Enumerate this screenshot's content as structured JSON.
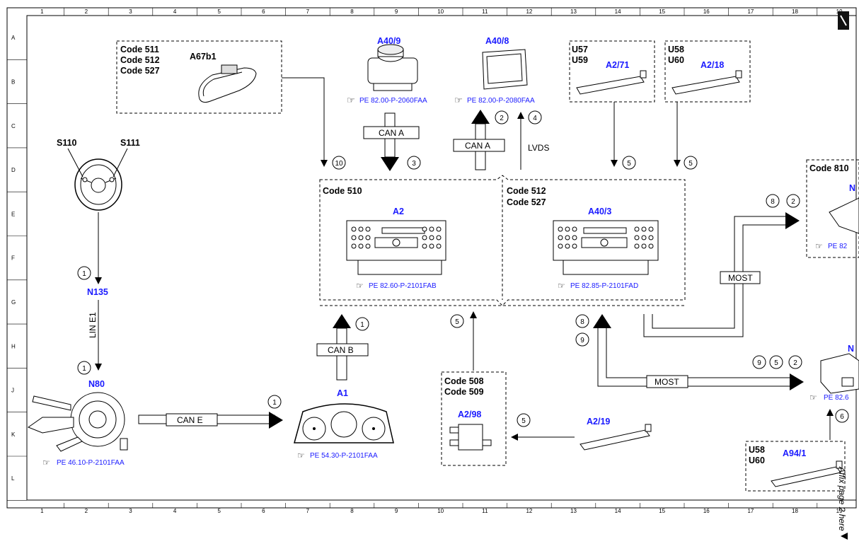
{
  "grid": {
    "columns": [
      "1",
      "2",
      "3",
      "4",
      "5",
      "6",
      "7",
      "8",
      "9",
      "10",
      "11",
      "12",
      "13",
      "14",
      "15",
      "16",
      "17",
      "18",
      "19"
    ],
    "rows": [
      "A",
      "B",
      "C",
      "D",
      "E",
      "F",
      "G",
      "H",
      "J",
      "K",
      "L"
    ]
  },
  "components": {
    "a67b1": {
      "codes": [
        "Code 511",
        "Code 512",
        "Code 527"
      ],
      "label": "A67b1"
    },
    "a40_9": {
      "label": "A40/9",
      "ref": "PE 82.00-P-2060FAA"
    },
    "a40_8": {
      "label": "A40/8",
      "ref": "PE 82.00-P-2080FAA"
    },
    "a2_71": {
      "codes": [
        "U57",
        "U59"
      ],
      "label": "A2/71"
    },
    "a2_18": {
      "codes": [
        "U58",
        "U60"
      ],
      "label": "A2/18"
    },
    "code810": {
      "code": "Code 810",
      "label": "N",
      "ref": "PE 82"
    },
    "steering": {
      "s110": "S110",
      "s111": "S111"
    },
    "n135": {
      "label": "N135"
    },
    "n80": {
      "label": "N80",
      "ref": "PE 46.10-P-2101FAA"
    },
    "a2": {
      "code": "Code 510",
      "label": "A2",
      "ref": "PE 82.60-P-2101FAB"
    },
    "a40_3": {
      "codes": [
        "Code 512",
        "Code 527"
      ],
      "label": "A40/3",
      "ref": "PE 82.85-P-2101FAD"
    },
    "a1": {
      "label": "A1",
      "ref": "PE 54.30-P-2101FAA"
    },
    "a2_98": {
      "codes": [
        "Code 508",
        "Code 509"
      ],
      "label": "A2/98"
    },
    "a2_19": {
      "label": "A2/19"
    },
    "a94_1": {
      "codes": [
        "U58",
        "U60"
      ],
      "label": "A94/1"
    },
    "nright": {
      "label": "N",
      "ref": "PE 82.6"
    }
  },
  "buses": {
    "can_a_top": "CAN A",
    "can_a_up": "CAN A",
    "lvds": "LVDS",
    "can_b": "CAN B",
    "can_e": "CAN E",
    "most_upper": "MOST",
    "most_lower": "MOST",
    "lin_e1": "LIN E1"
  },
  "circles": {
    "c10": "10",
    "c3": "3",
    "c2a": "2",
    "c4": "4",
    "c5a": "5",
    "c5b": "5",
    "c8a": "8",
    "c2b": "2",
    "c1a": "1",
    "c1b": "1",
    "c1c": "1",
    "c1d": "1",
    "c5c": "5",
    "c8b": "8",
    "c9a": "9",
    "c9b": "9",
    "c5d": "5",
    "c2c": "2",
    "c6": "6",
    "c5e": "5"
  },
  "margin_note": "Affix page 2 here"
}
